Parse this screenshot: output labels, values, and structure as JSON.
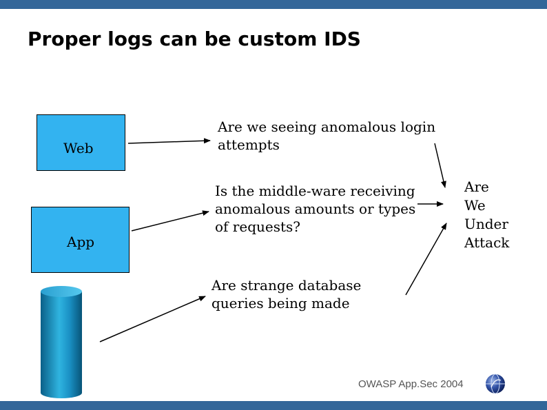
{
  "slide": {
    "title": "Proper logs can be custom IDS",
    "footer": "OWASP App.Sec 2004"
  },
  "components": {
    "web_label": "Web",
    "app_label": "App"
  },
  "questions": {
    "web": "Are we seeing anomalous login attempts",
    "app": "Is the middle-ware receiving anomalous amounts or types of requests?",
    "db": "Are strange database queries being made"
  },
  "conclusion": {
    "lines": [
      "Are",
      "We",
      "Under",
      "Attack"
    ]
  },
  "colors": {
    "header_bar": "#336699",
    "component_fill": "#33b3f0"
  },
  "icons": {
    "database": "database-cylinder-icon",
    "logo": "owasp-globe-logo"
  }
}
